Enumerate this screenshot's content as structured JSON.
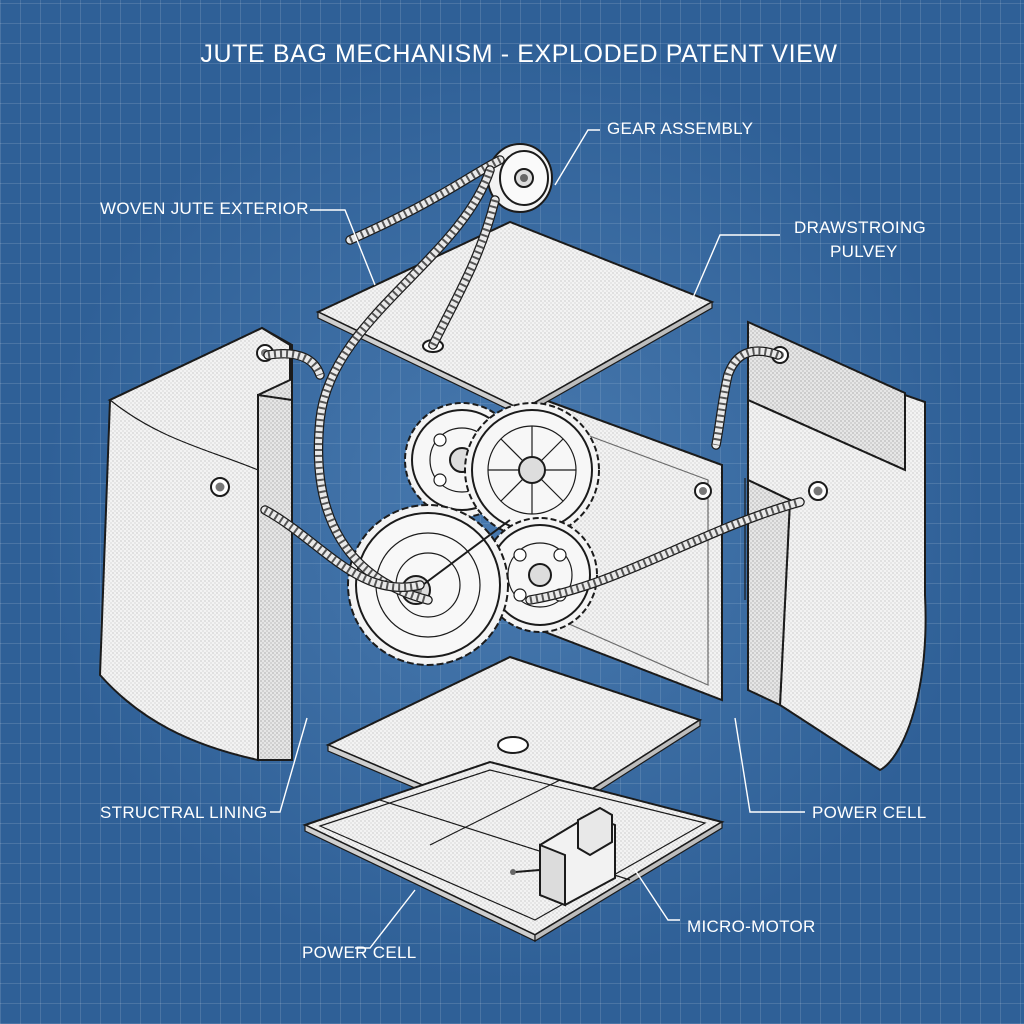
{
  "title": "JUTE BAG MECHANISM - EXPLODED PATENT VIEW",
  "labels": {
    "gear_assembly": "GEAR ASSEMBLY",
    "woven_jute_exterior": "WOVEN JUTE EXTERIOR",
    "drawstring_pulley_line1": "DRAWSTROING",
    "drawstring_pulley_line2": "PULVEY",
    "structural_lining": "STRUCTRAL LINING",
    "power_cell_right": "POWER CELL",
    "micro_motor": "MICRO-MOTOR",
    "power_cell_bottom": "POWER CELL"
  },
  "colors": {
    "background": "#2f6097",
    "grid": "#ffffff",
    "linework": "#1b1b1b",
    "panel_fill": "#f2f2f2",
    "label_text": "#ffffff"
  }
}
